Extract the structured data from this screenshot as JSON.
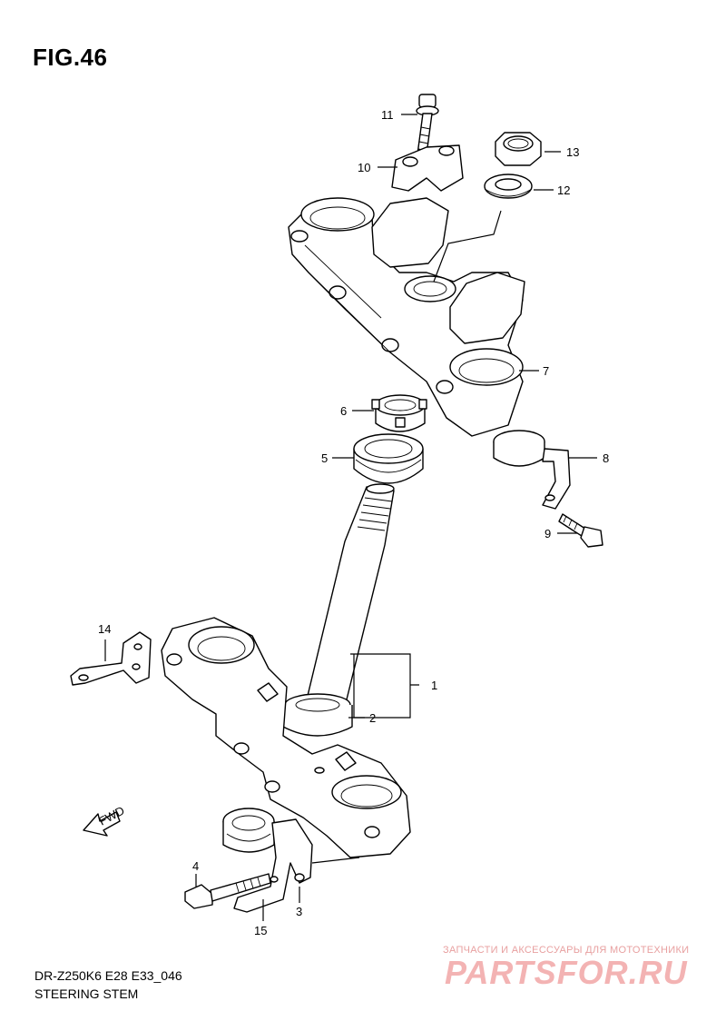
{
  "figure": {
    "title": "FIG.46",
    "model": "DR-Z250K6 E28 E33_046",
    "section": "STEERING STEM"
  },
  "callouts": [
    {
      "ref": "1",
      "label": "1"
    },
    {
      "ref": "2",
      "label": "2"
    },
    {
      "ref": "3",
      "label": "3"
    },
    {
      "ref": "4",
      "label": "4"
    },
    {
      "ref": "5",
      "label": "5"
    },
    {
      "ref": "6",
      "label": "6"
    },
    {
      "ref": "7",
      "label": "7"
    },
    {
      "ref": "8",
      "label": "8"
    },
    {
      "ref": "9",
      "label": "9"
    },
    {
      "ref": "10",
      "label": "10"
    },
    {
      "ref": "11",
      "label": "11"
    },
    {
      "ref": "12",
      "label": "12"
    },
    {
      "ref": "13",
      "label": "13"
    },
    {
      "ref": "14",
      "label": "14"
    },
    {
      "ref": "15",
      "label": "15"
    }
  ],
  "direction_marker": {
    "label": "FWD",
    "icon": "fwd-arrow-icon"
  },
  "watermark": {
    "tagline": "ЗАПЧАСТИ И АКСЕССУАРЫ ДЛЯ МОТОТЕХНИКИ",
    "logo": "PARTSFOR.RU",
    "color": "#f3b3b3"
  }
}
